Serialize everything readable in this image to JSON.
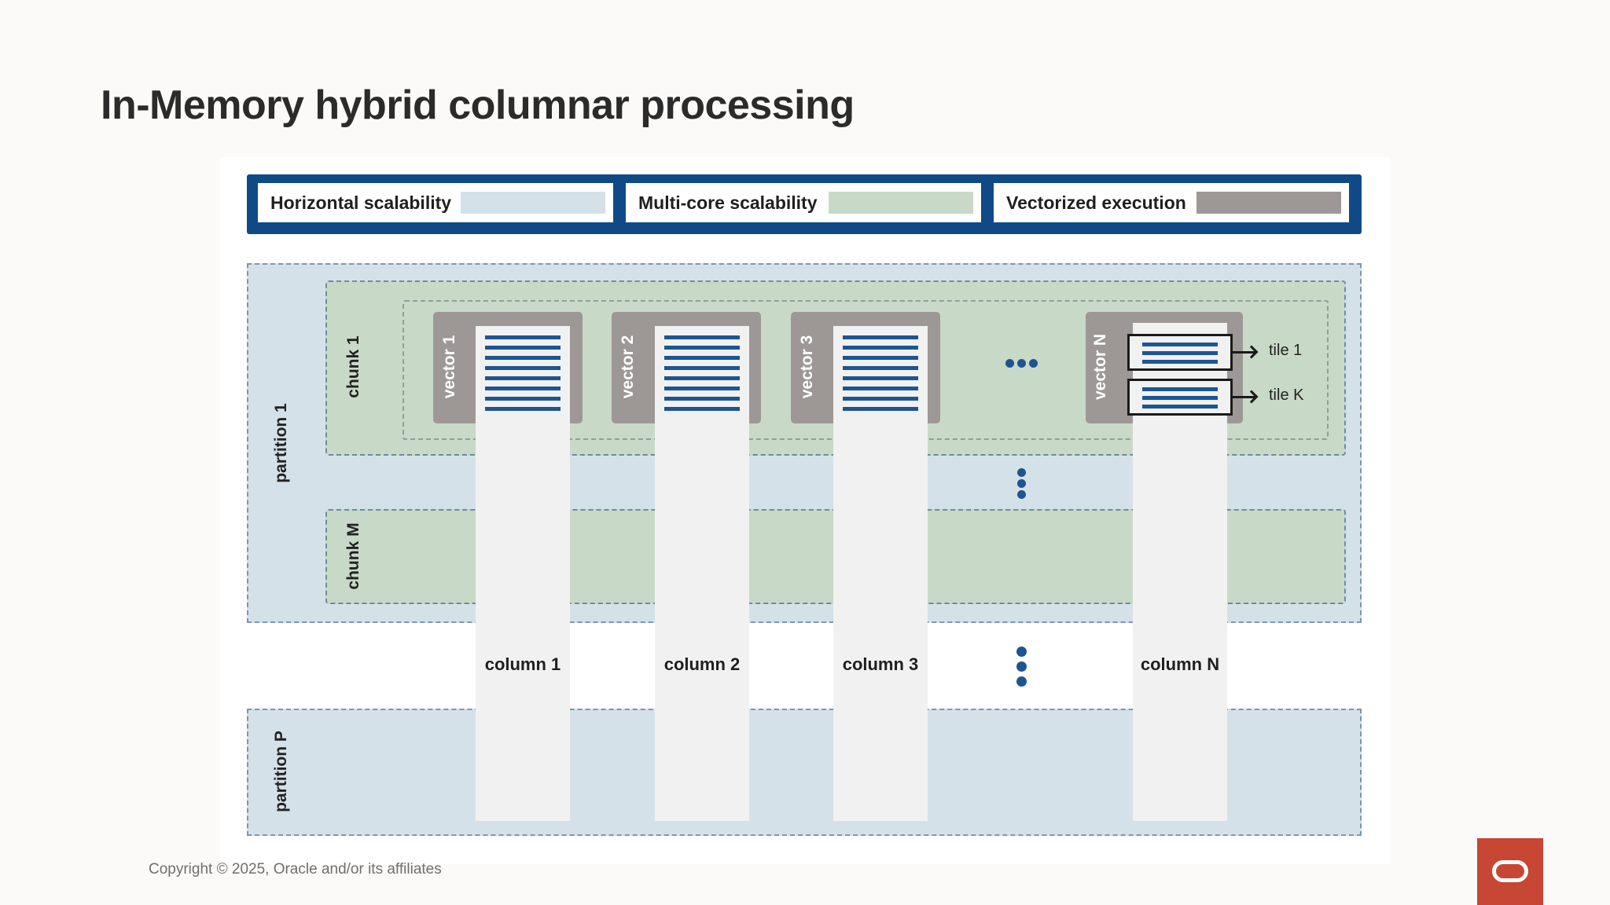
{
  "title": "In-Memory hybrid columnar processing",
  "legend": [
    {
      "label": "Horizontal scalability",
      "color": "#d5e1e9"
    },
    {
      "label": "Multi-core scalability",
      "color": "#c9d9c8"
    },
    {
      "label": "Vectorized execution",
      "color": "#9d9895"
    }
  ],
  "partitions": {
    "first": "partition 1",
    "last": "partition P"
  },
  "chunks": {
    "first": "chunk 1",
    "last": "chunk M"
  },
  "vectors": [
    "vector 1",
    "vector 2",
    "vector 3",
    "vector N"
  ],
  "tiles": [
    "tile 1",
    "tile K"
  ],
  "columns": [
    "column 1",
    "column 2",
    "column 3",
    "column N"
  ],
  "footer": {
    "copyright": "Copyright © 2025, Oracle and/or its affiliates"
  },
  "colors": {
    "accent": "#0f4a86",
    "stripe": "#1d5592",
    "logo": "#c74634"
  },
  "icons": {
    "logo": "oracle-logo-icon",
    "ellipsis": "ellipsis-dots-icon"
  }
}
